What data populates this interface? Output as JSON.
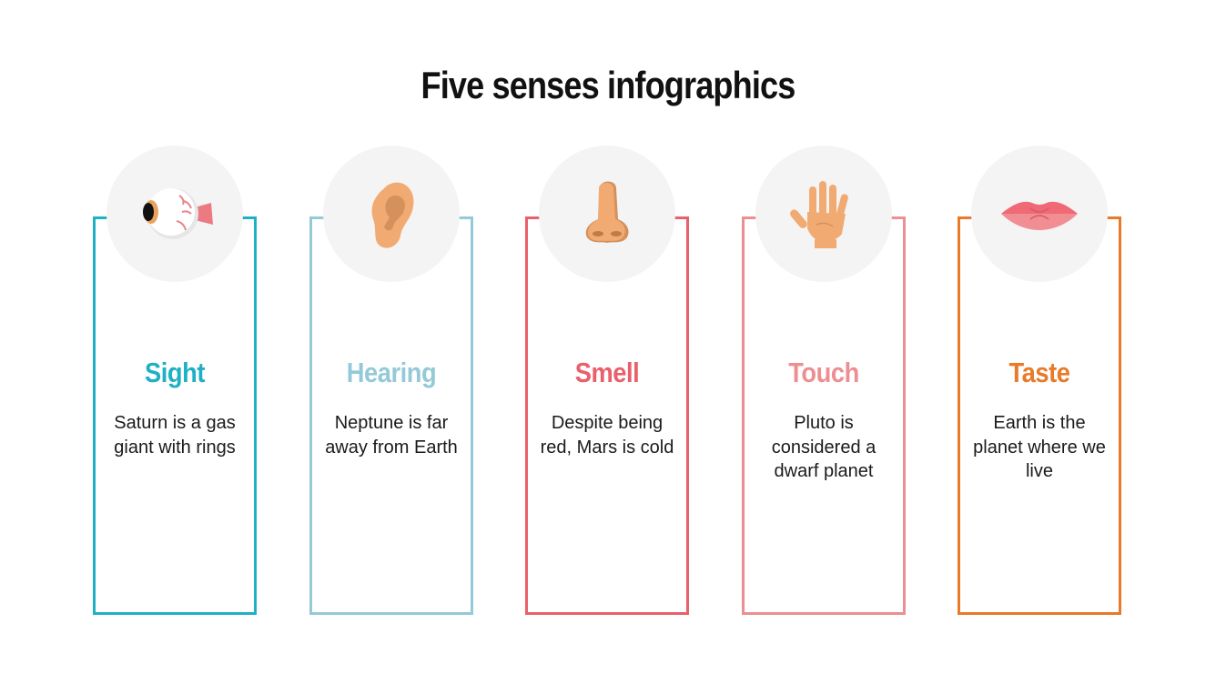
{
  "title": "Five senses infographics",
  "colors": {
    "sight": "#1fb0c4",
    "hearing": "#94c9d8",
    "smell": "#e9606b",
    "touch": "#ec8e92",
    "taste": "#e87a28",
    "circle_bg": "#f4f4f4"
  },
  "senses": [
    {
      "label": "Sight",
      "icon": "eye-icon",
      "description": "Saturn is a gas giant with rings",
      "color": "#1fb0c4"
    },
    {
      "label": "Hearing",
      "icon": "ear-icon",
      "description": "Neptune is far away from Earth",
      "color": "#94c9d8"
    },
    {
      "label": "Smell",
      "icon": "nose-icon",
      "description": "Despite being red, Mars is cold",
      "color": "#e9606b"
    },
    {
      "label": "Touch",
      "icon": "hand-icon",
      "description": "Pluto is considered a dwarf planet",
      "color": "#ec8e92"
    },
    {
      "label": "Taste",
      "icon": "lips-icon",
      "description": "Earth is the planet where we live",
      "color": "#e87a28"
    }
  ]
}
